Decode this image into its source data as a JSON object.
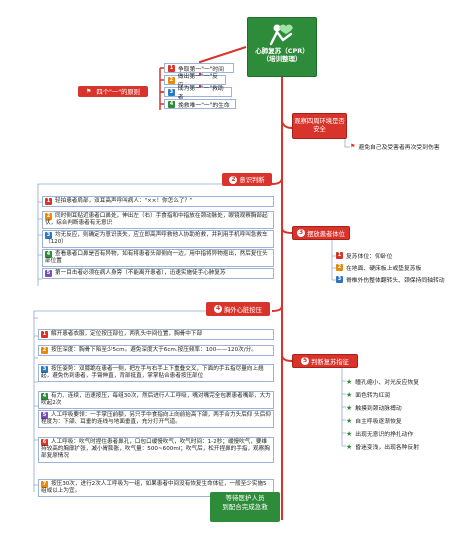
{
  "root": {
    "line1": "心肺复苏（CPR）",
    "line2": "（培训整理）"
  },
  "principle": {
    "label": "四个\"一\"的原则",
    "items": [
      "争取第一\"一\"时间",
      "做出第一\"一\"反应",
      "成为第一\"一\"救助者",
      "挽救唯一\"一\"的生命"
    ]
  },
  "safety": {
    "label": "观察四周环境是否安全",
    "leaf": "避免自己及受害者再次受到伤害"
  },
  "consciousness": {
    "label": "意识判断",
    "badge": "2",
    "items": [
      "轻拍患者肩部，双耳高声呼叫病人：\"××！你怎么了？\"",
      "同时侧耳贴近患者口鼻处，伸出左（右）手食指和中指放在颈动脉处，眼镜观察胸部起伏，综合判断患者有无意识",
      "均无反应，则确定为意识丧失，应立即高声呼救他人协助抢救，并利用手机呼叫急救车（120）",
      "查看患者口鼻是否有异物，如有将患者头部侧向一边，用中指将异物抠出，然后复位头部位置",
      "第一目击者必须在病人身旁（不能离开患者），迅速实施徒手心肺复苏"
    ]
  },
  "position": {
    "label": "摆放患者体位",
    "badge": "3",
    "items": [
      "复苏体位：仰卧位",
      "在地面、硬床板上或垫复苏板",
      "脊椎外伤整体翻转头、颈保持同轴转动"
    ]
  },
  "compression": {
    "label": "胸外心脏按压",
    "badge": "4",
    "items": [
      "解开患者衣服，定位按压部位，两乳头中间位置，胸骨中下部",
      "按压深度：胸骨下陷至少5cm。避免深度大于6cm.按压频率：100——120次/分。",
      "按压姿势：双膝跪在患者一侧，把左手与右手上下重叠交叉，下面的手五指尽量向上翘起，避免伤到患者，手臂伸直，背部挺直，掌掌贴合患者按压部位",
      "有力、连续，迅速按压，每组30次，然后进行人工呼吸，嘴对嘴完全包裹患者嘴部，大力吹起2次",
      "人工呼吸要领：一手掌压前额，另只手中食指向上向前抬高下颌，两手合力头后仰 头后仰程度为：下颌、耳垂的连线与地面垂直，充分打开气道。",
      "人工呼吸：吹气时捏住患者鼻孔，口包口缓慢吹气，吹气时间：1-2秒；缓慢吹气，要维持较高的胸廓扩张，减小胃膨胀，吹气量：500~600ml；吹气后，松开捏鼻的手指，观察胸部复原情况",
      "按压30次，进行2次人工呼吸为一组，如果患者中间没有恢复生命体征，一般至少实施5组或以上为宜。"
    ]
  },
  "recovery": {
    "label": "判断复苏指征",
    "badge": "5",
    "items": [
      "瞳孔缩小、对光反应恢复",
      "面色转为红润",
      "触摸到颈动脉搏动",
      "自主呼吸逐渐恢复",
      "出现无意识的挣扎动作",
      "昏迷变浅，出现各种反射"
    ]
  },
  "final": {
    "line1": "等待医护人员",
    "line2": "到配合完成急救"
  },
  "colors": {
    "red": "#d9342b",
    "green": "#2e8b3a",
    "nums": [
      "#d9342b",
      "#e8890c",
      "#2b78c2",
      "#2e8b3a"
    ]
  }
}
